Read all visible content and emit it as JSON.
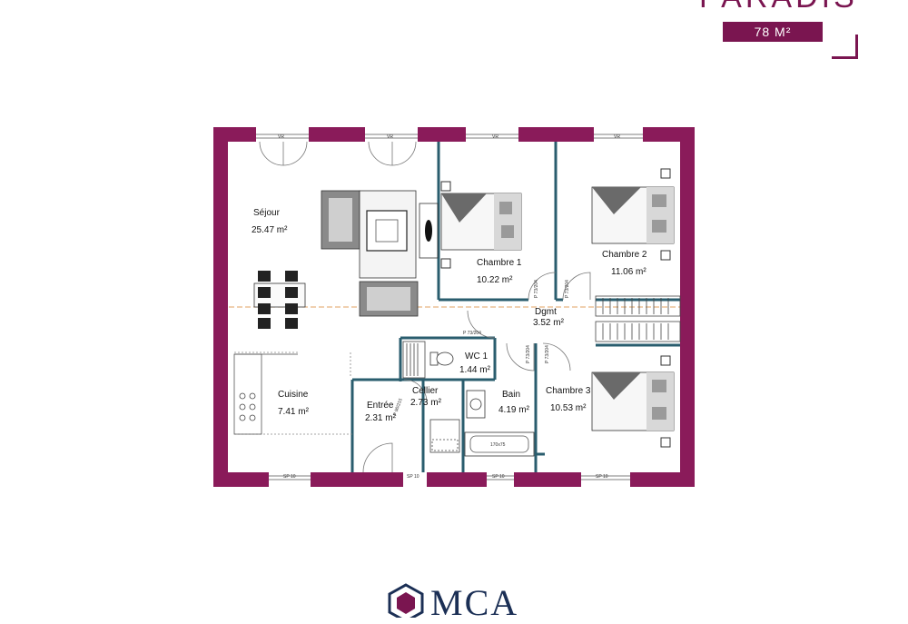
{
  "header": {
    "title": "PARADIS",
    "area_badge": "78 M²"
  },
  "rooms": [
    {
      "name": "Séjour",
      "area": "25.47 m²"
    },
    {
      "name": "Chambre 1",
      "area": "10.22 m²"
    },
    {
      "name": "Chambre 2",
      "area": "11.06 m²"
    },
    {
      "name": "Dgmt",
      "area": "3.52 m²"
    },
    {
      "name": "WC 1",
      "area": "1.44 m²"
    },
    {
      "name": "Cellier",
      "area": "2.73 m²"
    },
    {
      "name": "Bain",
      "area": "4.19 m²"
    },
    {
      "name": "Chambre 3",
      "area": "10.53 m²"
    },
    {
      "name": "Cuisine",
      "area": "7.41 m²"
    },
    {
      "name": "Entrée",
      "area": "2.31 m²"
    }
  ],
  "labels": {
    "window": "VR",
    "sp": "SP 10",
    "door": "P 73/204",
    "bath": "170x75",
    "entry_door": "P 90/215"
  },
  "logo": {
    "text": "MCA"
  },
  "colors": {
    "wall": "#8a1b5a",
    "inner_wall": "#2a5d6e",
    "brand": "#7a1550",
    "logo_text": "#1b2f55"
  }
}
